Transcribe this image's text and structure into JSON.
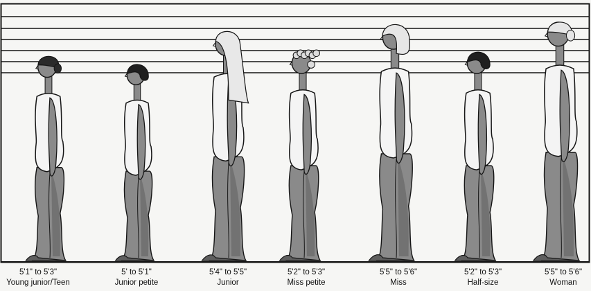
{
  "colors": {
    "ink": "#151515",
    "skin": "#8a8a8a",
    "shade": "#5e5e5e",
    "garment": "#f4f4f4",
    "paper": "#f6f6f4"
  },
  "figures": [
    {
      "height_range": "5'1\" to 5'3\"",
      "name": "Young junior/Teen",
      "hair": "updo",
      "level": 0.55
    },
    {
      "height_range": "5' to 5'1\"",
      "name": "Junior petite",
      "hair": "short",
      "level": 0.45
    },
    {
      "height_range": "5'4\" to 5'5\"",
      "name": "Junior",
      "hair": "long",
      "level": 0.82
    },
    {
      "height_range": "5'2\" to 5'3\"",
      "name": "Miss petite",
      "hair": "curly",
      "level": 0.62
    },
    {
      "height_range": "5'5\" to 5'6\"",
      "name": "Miss",
      "hair": "bob",
      "level": 0.92
    },
    {
      "height_range": "5'2\" to 5'3\"",
      "name": "Half-size",
      "hair": "short",
      "level": 0.62
    },
    {
      "height_range": "5'5\" to 5'6\"",
      "name": "Woman",
      "hair": "updo",
      "level": 0.95
    }
  ]
}
